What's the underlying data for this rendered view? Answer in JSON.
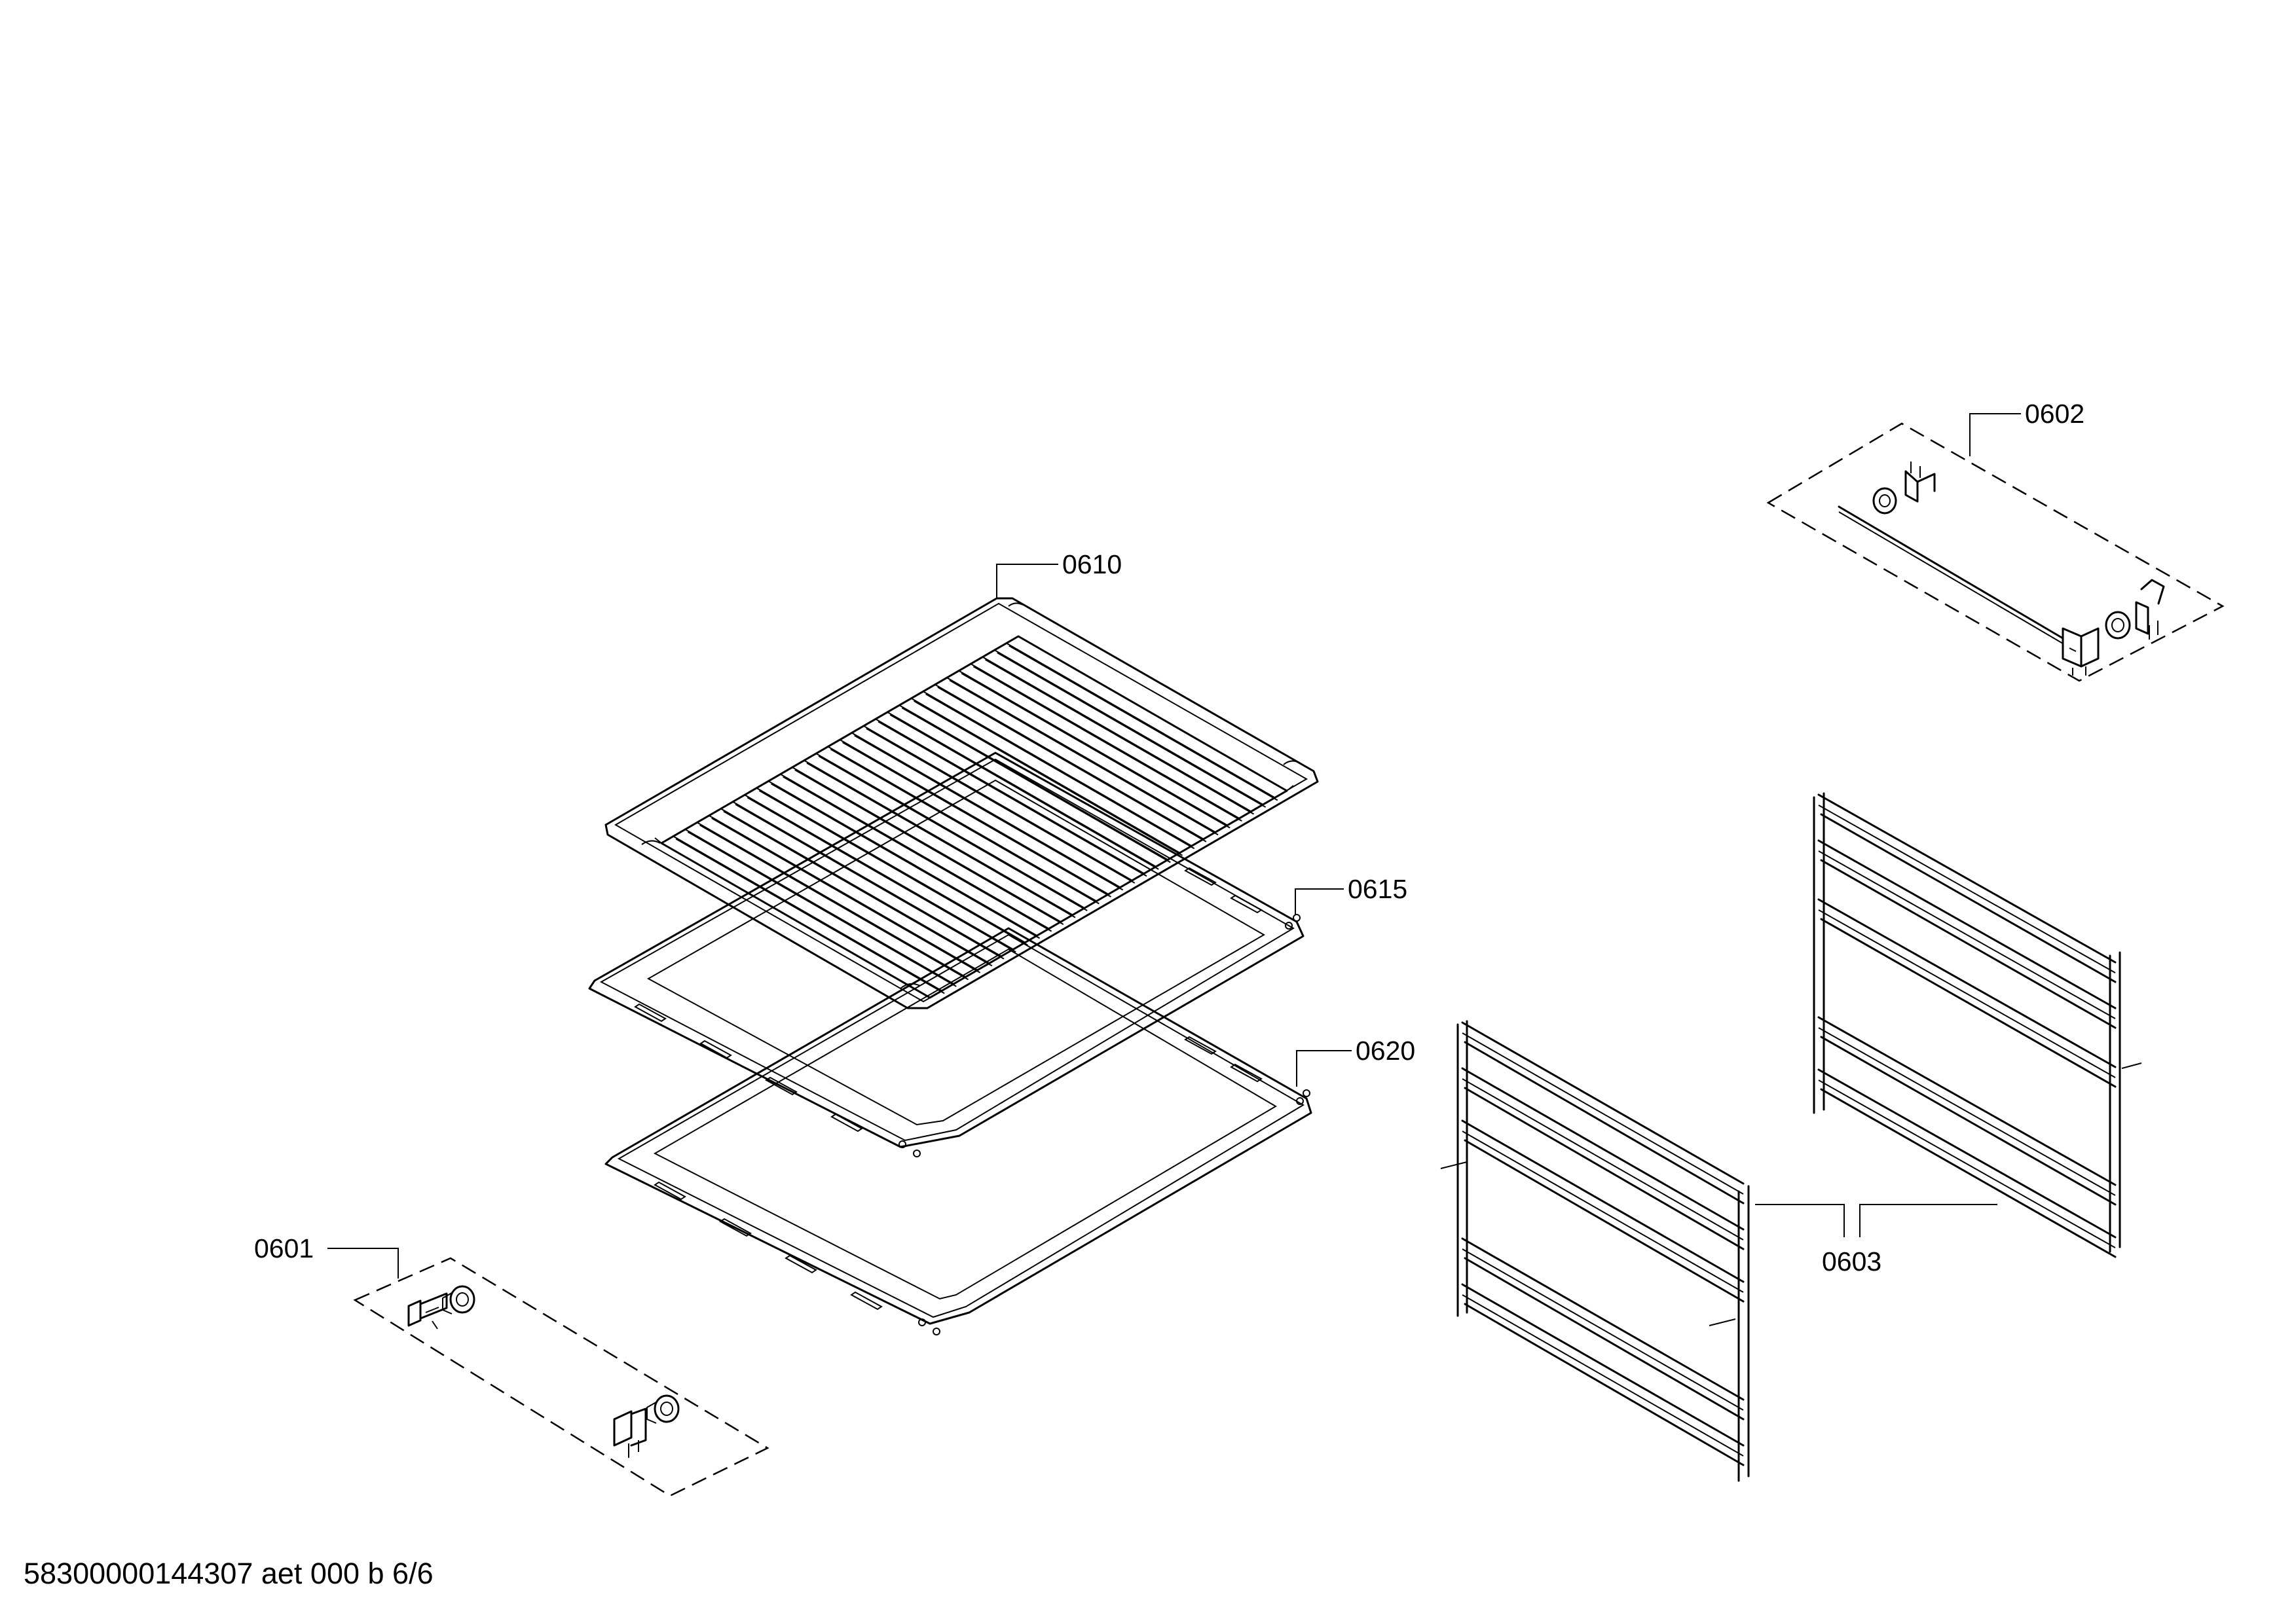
{
  "callouts": {
    "c0601": "0601",
    "c0602": "0602",
    "c0603": "0603",
    "c0610": "0610",
    "c0615": "0615",
    "c0620": "0620"
  },
  "footer": {
    "document_id": "58300000144307 aet 000 b 6/6"
  }
}
